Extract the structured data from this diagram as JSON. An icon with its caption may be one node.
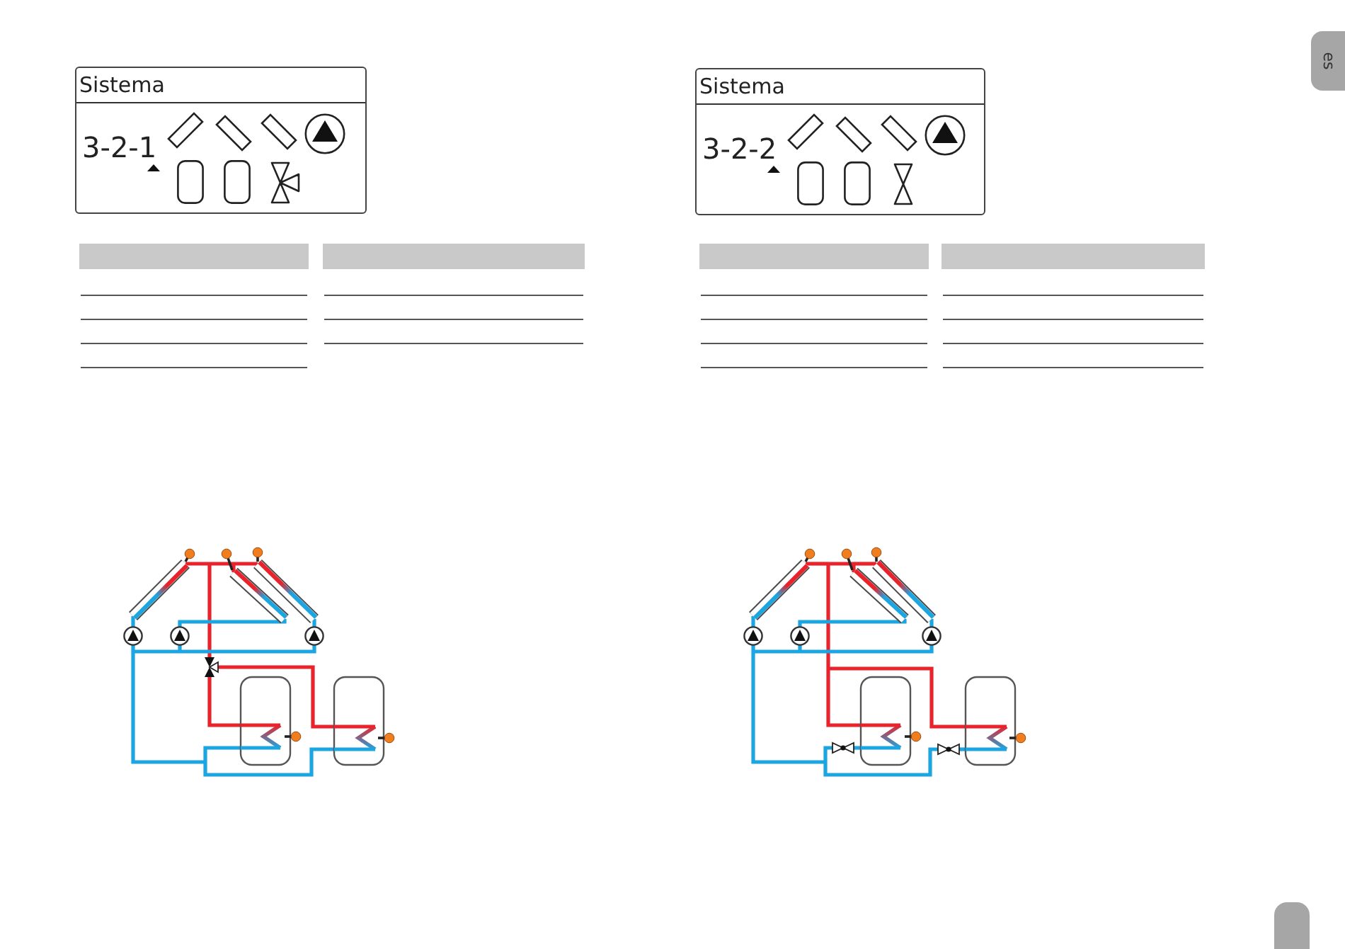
{
  "diagram": {
    "nodes": [
      {
        "text": [
          "Sistema",
          "3-2-1"
        ]
      },
      {
        "text": [],
        "shape": "panel"
      },
      {
        "text": [],
        "shape": "panel"
      },
      {
        "text": [],
        "shape": "panel"
      },
      {
        "text": [],
        "shape": "circle"
      },
      {
        "text": [],
        "shape": "circle"
      },
      {
        "text": [],
        "shape": "circle"
      },
      {
        "text": [],
        "shape": "valve"
      },
      {
        "text": [],
        "shape": "cylinder"
      },
      {
        "text": [],
        "shape": "cylinder"
      },
      {
        "text": [
          "Sistema",
          "3-2-2"
        ]
      },
      {
        "text": [],
        "shape": "panel"
      },
      {
        "text": [],
        "shape": "panel"
      },
      {
        "text": [],
        "shape": "panel"
      },
      {
        "text": [],
        "shape": "circle"
      },
      {
        "text": [],
        "shape": "circle"
      },
      {
        "text": [],
        "shape": "circle"
      },
      {
        "text": [],
        "shape": "valve"
      },
      {
        "text": [],
        "shape": "valve"
      },
      {
        "text": [],
        "shape": "cylinder"
      },
      {
        "text": [],
        "shape": "cylinder"
      },
      {
        "text": [
          "es"
        ]
      },
      {
        "text": [],
        "shape": "tab"
      }
    ],
    "edges": [
      {
        "from": 1,
        "to": 7,
        "arrow": "none",
        "color": "#e8232b"
      },
      {
        "from": 2,
        "to": 7,
        "arrow": "none",
        "color": "#e8232b"
      },
      {
        "from": 3,
        "to": 7,
        "arrow": "none",
        "color": "#e8232b"
      },
      {
        "from": 7,
        "to": 8,
        "arrow": "none",
        "color": "#e8232b"
      },
      {
        "from": 7,
        "to": 9,
        "arrow": "none",
        "color": "#e8232b"
      },
      {
        "from": 8,
        "to": 4,
        "arrow": "none"
      },
      {
        "from": 8,
        "to": 5,
        "arrow": "none"
      },
      {
        "from": 8,
        "to": 6,
        "arrow": "none"
      },
      {
        "from": 9,
        "to": 4,
        "arrow": "none"
      },
      {
        "from": 9,
        "to": 5,
        "arrow": "none"
      },
      {
        "from": 9,
        "to": 6,
        "arrow": "none"
      },
      {
        "from": 4,
        "to": 1,
        "arrow": "none"
      },
      {
        "from": 5,
        "to": 2,
        "arrow": "none"
      },
      {
        "from": 6,
        "to": 3,
        "arrow": "none"
      },
      {
        "from": 11,
        "to": 19,
        "arrow": "none",
        "color": "#e8232b"
      },
      {
        "from": 12,
        "to": 19,
        "arrow": "none",
        "color": "#e8232b"
      },
      {
        "from": 13,
        "to": 19,
        "arrow": "none",
        "color": "#e8232b"
      },
      {
        "from": 11,
        "to": 20,
        "arrow": "none",
        "color": "#e8232b"
      },
      {
        "from": 12,
        "to": 20,
        "arrow": "none",
        "color": "#e8232b"
      },
      {
        "from": 13,
        "to": 20,
        "arrow": "none",
        "color": "#e8232b"
      },
      {
        "from": 19,
        "to": 17,
        "arrow": "none"
      },
      {
        "from": 20,
        "to": 18,
        "arrow": "none"
      },
      {
        "from": 17,
        "to": 14,
        "arrow": "none"
      },
      {
        "from": 17,
        "to": 15,
        "arrow": "none"
      },
      {
        "from": 17,
        "to": 16,
        "arrow": "none"
      },
      {
        "from": 18,
        "to": 14,
        "arrow": "none"
      },
      {
        "from": 18,
        "to": 15,
        "arrow": "none"
      },
      {
        "from": 18,
        "to": 16,
        "arrow": "none"
      },
      {
        "from": 14,
        "to": 11,
        "arrow": "none"
      },
      {
        "from": 15,
        "to": 12,
        "arrow": "none"
      },
      {
        "from": 16,
        "to": 13,
        "arrow": "none"
      }
    ]
  }
}
